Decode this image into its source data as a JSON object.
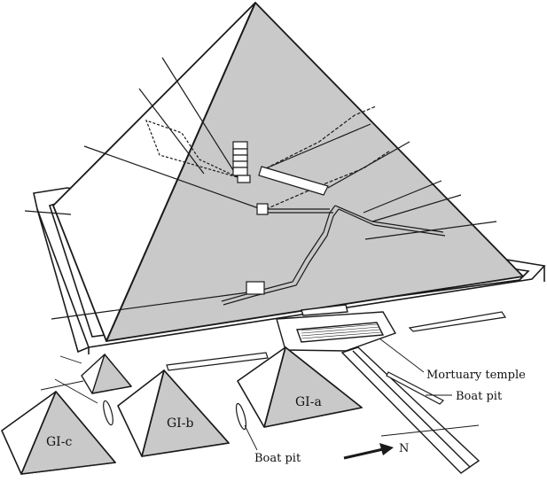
{
  "labels": {
    "mortuary_temple": "Mortuary temple",
    "boat_pit_east": "Boat pit",
    "boat_pit_south": "Boat pit",
    "gi_a": "GI-a",
    "gi_b": "GI-b",
    "gi_c": "GI-c",
    "north": "N"
  },
  "colors": {
    "stroke": "#1a1a1a",
    "shaded_face": "#c9c9c9",
    "light_face": "#ffffff",
    "ground": "#ffffff"
  }
}
